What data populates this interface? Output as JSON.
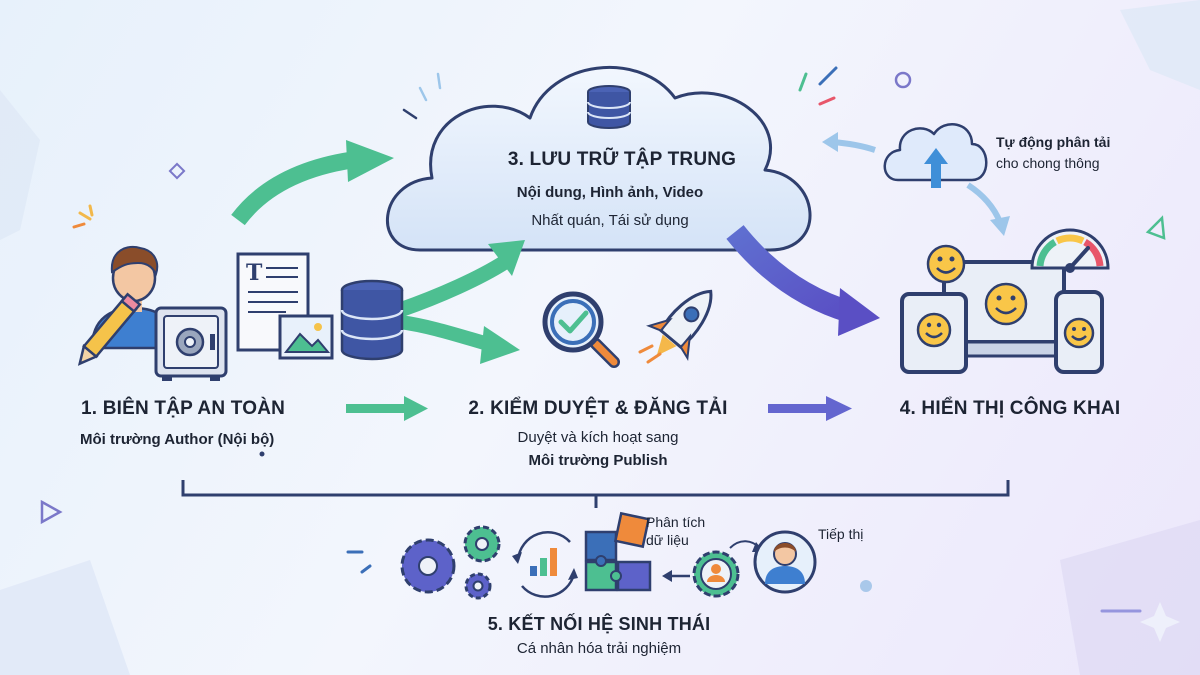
{
  "steps": {
    "author": {
      "title": "1. BIÊN TẬP AN TOÀN",
      "subtitle": "Môi trường Author (Nội bộ)"
    },
    "review": {
      "title": "2. KIỂM DUYỆT & ĐĂNG TẢI",
      "line1": "Duyệt và kích hoạt sang",
      "line2": "Môi trường Publish"
    },
    "storage": {
      "title": "3. LƯU TRỮ TẬP TRUNG",
      "line1": "Nội dung, Hình ảnh, Video",
      "line2": "Nhất quán, Tái sử dụng"
    },
    "display": {
      "title": "4. HIỂN THỊ CÔNG KHAI"
    },
    "ecosystem": {
      "title": "5. KẾT NỐI HỆ SINH THÁI",
      "subtitle": "Cá nhân hóa trải nghiệm"
    }
  },
  "annotations": {
    "autoscale_line1": "Tự động phân tải",
    "autoscale_line2": "cho chong thông",
    "analytics_line1": "Phân tích",
    "analytics_line2": "dữ liệu",
    "marketing": "Tiếp thị"
  },
  "icons": {
    "editor": "person-pencil-icon",
    "safe": "safe-icon",
    "document": "document-icon",
    "image": "image-icon",
    "database": "database-icon",
    "cloud": "cloud-icon",
    "search_check": "search-check-icon",
    "rocket": "rocket-icon",
    "devices": "devices-icon",
    "gauge": "gauge-icon",
    "upload_cloud": "upload-cloud-icon",
    "gears": "gears-icon",
    "bar_chart": "bar-chart-icon",
    "puzzle": "puzzle-icon",
    "user_gear": "user-gear-icon",
    "marketer": "marketer-icon"
  },
  "colors": {
    "green_arrow": "#4dbf91",
    "purple_arrow": "#6466cf",
    "light_blue_arrow": "#9dc6ea",
    "cloud_fill": "#dfeafb",
    "dark_navy": "#2f3f6e",
    "accent_blue": "#3b6fb8",
    "accent_orange": "#ef8a3b",
    "smiley_yellow": "#f9c648"
  }
}
